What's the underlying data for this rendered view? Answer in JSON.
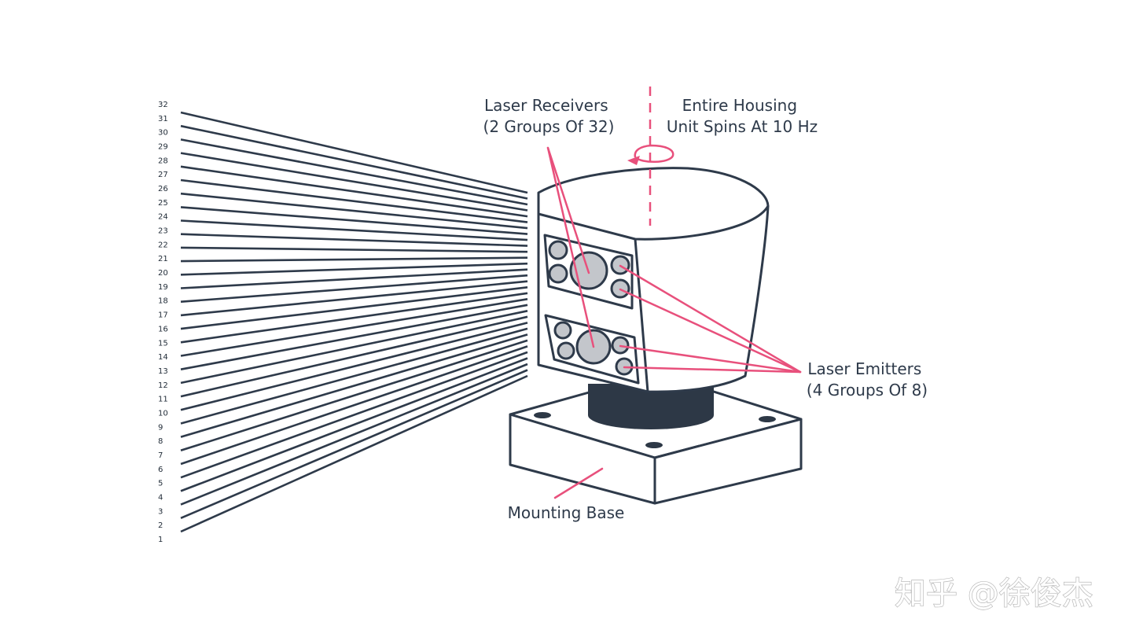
{
  "colors": {
    "ink": "#2e3a4a",
    "accent": "#e8507c",
    "lens_fill": "#c3c6cb",
    "column_fill": "#2d3846",
    "background": "#ffffff",
    "watermark": "#b8b8b8"
  },
  "beams": {
    "channel_labels": [
      "32",
      "31",
      "30",
      "29",
      "28",
      "27",
      "26",
      "25",
      "24",
      "23",
      "22",
      "21",
      "20",
      "19",
      "18",
      "17",
      "16",
      "15",
      "14",
      "13",
      "12",
      "11",
      "10",
      "9",
      "8",
      "7",
      "6",
      "5",
      "4",
      "3",
      "2",
      "1"
    ]
  },
  "labels": {
    "receivers": [
      "Laser Receivers",
      "(2 Groups Of 32)"
    ],
    "spin": [
      "Entire Housing",
      "Unit Spins At 10 Hz"
    ],
    "emitters": [
      "Laser Emitters",
      "(4 Groups Of 8)"
    ],
    "base": "Mounting Base"
  },
  "watermark": "知乎 @徐俊杰",
  "icons": {
    "rotation": "rotation-arrow-icon"
  }
}
